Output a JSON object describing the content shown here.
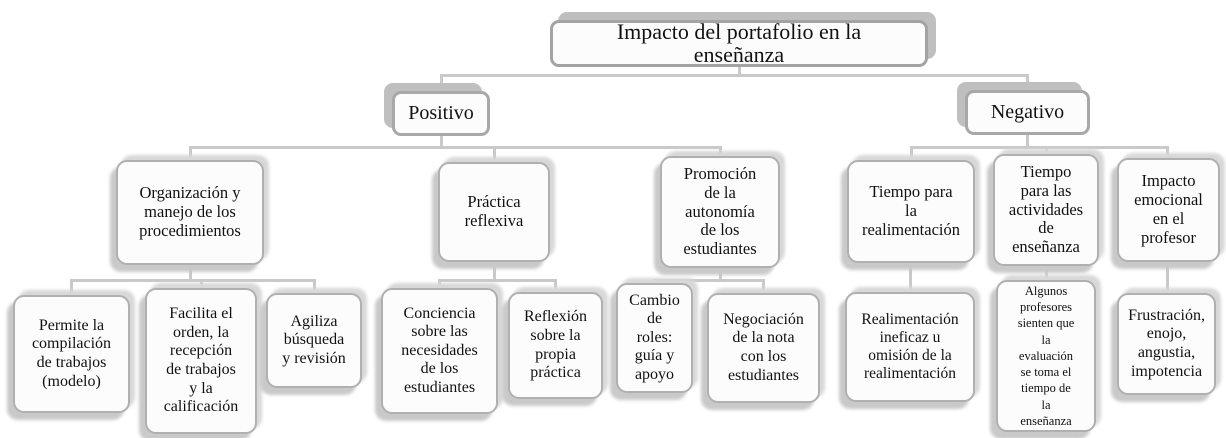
{
  "diagram": {
    "title": "Impacto del portafolio en la enseñanza",
    "type": "hierarchy-tree",
    "root": {
      "label": "Impacto del portafolio en la\nenseñanza"
    },
    "branches": [
      {
        "label": "Positivo",
        "children": [
          {
            "label": "Organización y\nmanejo de los\nprocedimientos",
            "children": [
              {
                "label": "Permite la\ncompilación\nde trabajos\n(modelo)"
              },
              {
                "label": "Facilita el\norden, la\nrecepción\nde trabajos\ny la\ncalificación"
              },
              {
                "label": "Agiliza\nbúsqueda\ny revisión"
              }
            ]
          },
          {
            "label": "Práctica\nreflexiva",
            "children": [
              {
                "label": "Conciencia\nsobre las\nnecesidades\nde los\nestudiantes"
              },
              {
                "label": "Reflexión\nsobre la\npropia\npráctica"
              }
            ]
          },
          {
            "label": "Promoción\nde la\nautonomía\nde los\nestudiantes",
            "children": [
              {
                "label": "Cambio\nde\nroles:\nguía y\napoyo"
              },
              {
                "label": "Negociación\nde la nota\ncon los\nestudiantes"
              }
            ]
          }
        ]
      },
      {
        "label": "Negativo",
        "children": [
          {
            "label": "Tiempo  para\nla\nrealimentación",
            "children": [
              {
                "label": "Realimentación\nineficaz u\nomisión de la\nrealimentación"
              }
            ]
          },
          {
            "label": "Tiempo\npara las\nactividades\nde\nenseñanza",
            "children": [
              {
                "label": "Algunos\nprofesores\nsienten que\nla\nevaluación\nse toma el\ntiempo de\nla\nenseñanza"
              }
            ]
          },
          {
            "label": "Impacto\nemocional\nen el\nprofesor",
            "children": [
              {
                "label": "Frustración,\nenojo,\nangustia,\nimpotencia"
              }
            ]
          }
        ]
      }
    ],
    "colors": {
      "box_background": "#fcfcfc",
      "box_border": "#b0b0b0",
      "title_border": "#a3a3a3",
      "shadow": "#c9c9c9",
      "connector": "#c9c9c9",
      "text": "#111111"
    }
  }
}
